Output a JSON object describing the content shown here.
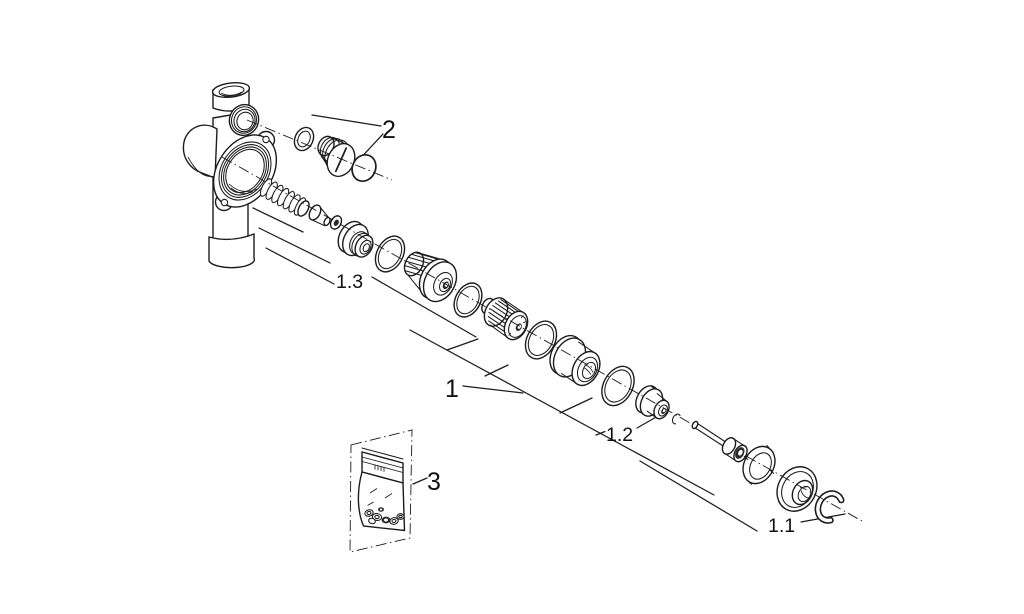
{
  "figure": {
    "background": "#ffffff",
    "line_color": "#1c1c1c",
    "type": "exploded-parts-diagram"
  },
  "callouts": {
    "group1": "1",
    "group1_1": "1.1",
    "group1_2": "1.2",
    "group1_3": "1.3",
    "group2": "2",
    "group3": "3"
  }
}
